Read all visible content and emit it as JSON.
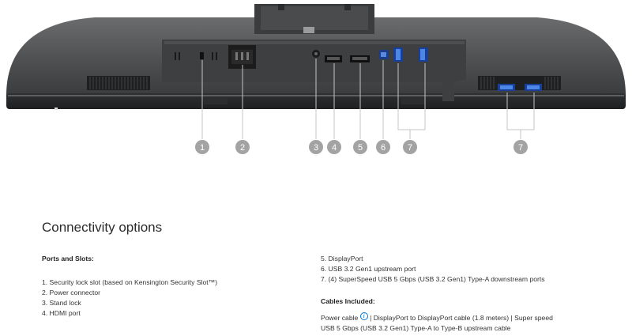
{
  "figure": {
    "callouts": [
      "1",
      "2",
      "3",
      "4",
      "5",
      "6",
      "7",
      "7"
    ]
  },
  "section": {
    "heading": "Connectivity options"
  },
  "ports_and_slots": {
    "title": "Ports and Slots:",
    "items": [
      "1. Security lock slot (based on Kensington Security Slot™)",
      "2. Power connector",
      "3. Stand lock",
      "4. HDMI port",
      "5. DisplayPort",
      "6. USB 3.2 Gen1 upstream port",
      "7. (4) SuperSpeed USB 5 Gbps (USB 3.2 Gen1) Type-A downstream ports"
    ]
  },
  "cables": {
    "title": "Cables Included:",
    "power_cable": "Power cable",
    "info_icon": "i",
    "rest_line1": " | DisplayPort to DisplayPort cable (1.8 meters) | Super speed",
    "rest_line2": "USB 5 Gbps (USB 3.2 Gen1) Type-A to Type-B upstream cable"
  }
}
